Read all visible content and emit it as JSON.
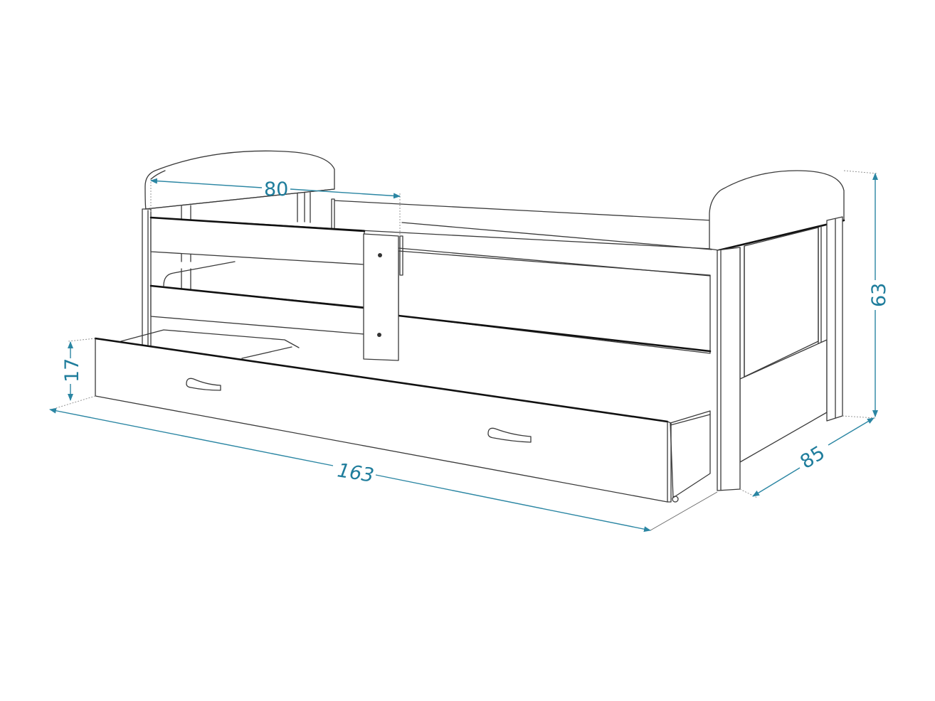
{
  "diagram": {
    "subject": "Children's bed with headboards, safety rail and pull-out drawer",
    "units": "cm",
    "accent_color": "#2b86a3",
    "line_color": "#3a3a3a",
    "background": "#ffffff"
  },
  "dimensions": {
    "sleeping_area_length": {
      "label": "80",
      "axis": "inner-top"
    },
    "bed_height": {
      "label": "63",
      "axis": "vertical-right"
    },
    "bed_depth": {
      "label": "85",
      "axis": "diagonal-right"
    },
    "drawer_height": {
      "label": "17",
      "axis": "vertical-left"
    },
    "bed_length": {
      "label": "163",
      "axis": "diagonal-bottom"
    }
  },
  "parts": [
    "left-headboard",
    "right-headboard",
    "safety-rail",
    "rail-connector-plate",
    "mattress",
    "side-frame",
    "drawer",
    "drawer-handle-left",
    "drawer-handle-right",
    "drawer-wheel"
  ]
}
